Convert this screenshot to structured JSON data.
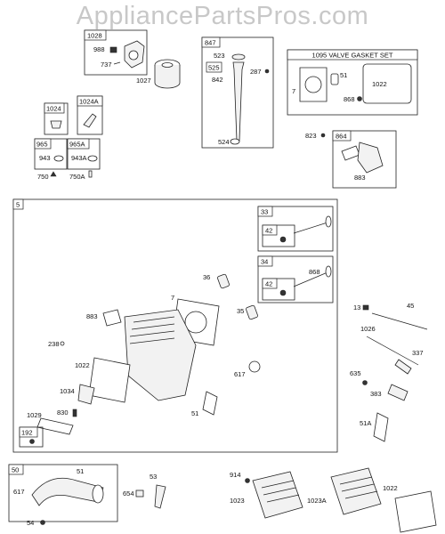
{
  "watermark": "AppliancePartsPros.com",
  "sections": {
    "s1028": "1028",
    "s847": "847",
    "s1095": "1095 VALVE GASKET SET",
    "s1024": "1024",
    "s1024a": "1024A",
    "s965": "965",
    "s965a": "965A",
    "s864": "864",
    "s5": "5",
    "s33": "33",
    "s42a": "42",
    "s34": "34",
    "s42b": "42",
    "s192": "192",
    "s50": "50"
  },
  "labels": {
    "l988": "988",
    "l737": "737",
    "l1027": "1027",
    "l523": "523",
    "l525": "525",
    "l842": "842",
    "l524": "524",
    "l287": "287",
    "l7a": "7",
    "l51a": "51",
    "l1022a": "1022",
    "l868a": "868",
    "l943a": "943",
    "l943b": "943A",
    "l750": "750",
    "l750a": "750A",
    "l823": "823",
    "l883a": "883",
    "l36": "36",
    "l7b": "7",
    "l883b": "883",
    "l35": "35",
    "l868b": "868",
    "l238": "238",
    "l1022b": "1022",
    "l1034": "1034",
    "l830": "830",
    "l1029": "1029",
    "l617a": "617",
    "l51b": "51",
    "l13": "13",
    "l45": "45",
    "l1026": "1026",
    "l337": "337",
    "l635": "635",
    "l383": "383",
    "l51c": "51A",
    "l51d": "51",
    "l617b": "617",
    "l54": "54",
    "l53": "53",
    "l654": "654",
    "l914": "914",
    "l1023": "1023",
    "l1023a": "1023A",
    "l1022c": "1022"
  }
}
